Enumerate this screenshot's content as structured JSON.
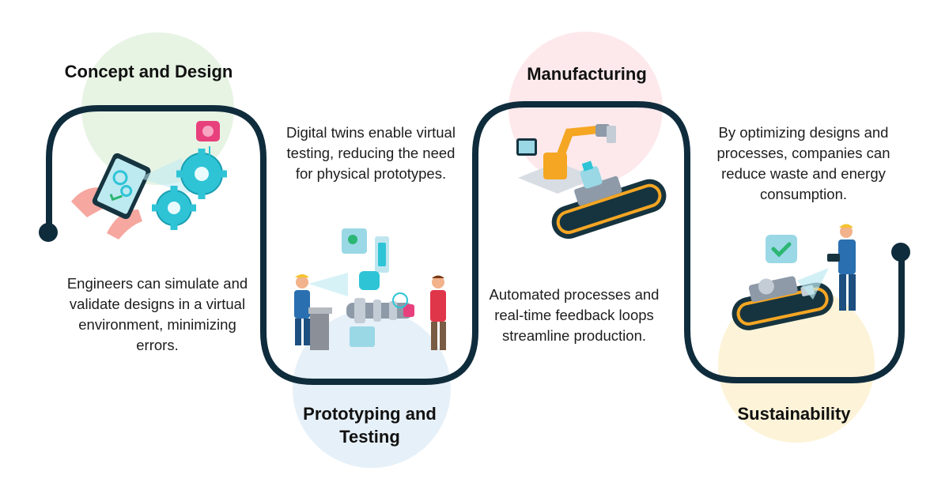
{
  "colors": {
    "path": "#0f2c3c",
    "circle_concept": "#e7f4e4",
    "circle_prototype": "#e6f0f8",
    "circle_manufacturing": "#fde9ec",
    "circle_sustainability": "#fdf3d8",
    "accent_teal": "#2ec4d6",
    "accent_orange": "#f5a623"
  },
  "stages": [
    {
      "title": "Concept and Design",
      "description": "Engineers can simulate and validate designs in a virtual environment, minimizing errors.",
      "icon": "tablet-gears-illustration"
    },
    {
      "title": "Prototyping and Testing",
      "description": "Digital twins enable virtual testing, reducing the need for physical prototypes.",
      "icon": "engineer-hologram-illustration"
    },
    {
      "title": "Manufacturing",
      "description": "Automated processes and real-time feedback loops streamline production.",
      "icon": "robot-arm-conveyor-illustration"
    },
    {
      "title": "Sustainability",
      "description": "By optimizing designs and processes, companies can reduce waste and energy consumption.",
      "icon": "worker-conveyor-check-illustration"
    }
  ]
}
